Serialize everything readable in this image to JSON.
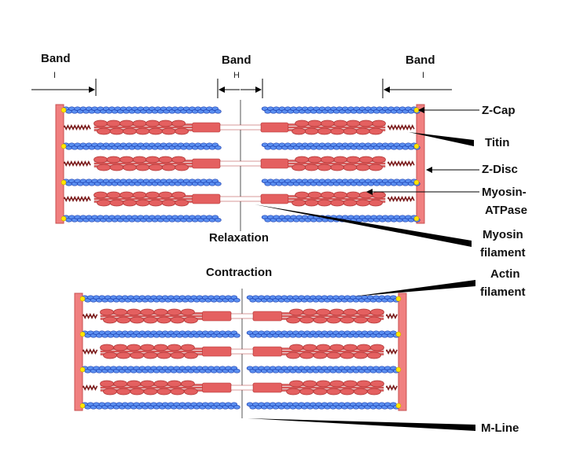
{
  "colors": {
    "z_disc": "#f08080",
    "z_disc_edge": "#c85050",
    "actin_fill": "#5b8ff0",
    "actin_edge": "#1c3fb0",
    "myosin_fill": "#e46060",
    "myosin_edge": "#b03535",
    "titin": "#7a1a1a",
    "z_cap": "#ffe600",
    "m_line": "#555555",
    "pointer": "#000000"
  },
  "band_labels": {
    "left_title": "Band",
    "left_sub": "I",
    "middle_title": "Band",
    "middle_sub": "H",
    "right_title": "Band",
    "right_sub": "I"
  },
  "states": {
    "relaxation": "Relaxation",
    "contraction": "Contraction"
  },
  "structures": {
    "z_cap": "Z-Cap",
    "titin": "Titin",
    "z_disc": "Z-Disc",
    "myosin_atpase_line1": "Myosin-",
    "myosin_atpase_line2": "ATPase",
    "myosin_filament_line1": "Myosin",
    "myosin_filament_line2": "filament",
    "actin_filament_line1": "Actin",
    "actin_filament_line2": "filament",
    "m_line": "M-Line"
  }
}
